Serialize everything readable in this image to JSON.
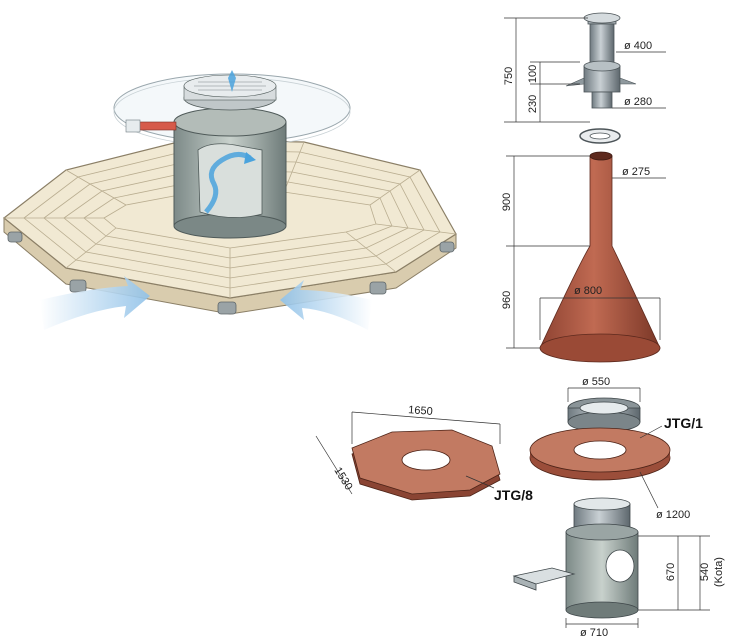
{
  "dimensions": {
    "flue_height": "750",
    "collar_h1": "100",
    "collar_h2": "230",
    "flue_diameter": "ø 400",
    "collar_diameter": "ø 280",
    "hood_upper_height": "900",
    "hood_neck_diameter": "ø 275",
    "hood_lower_height": "960",
    "hood_base_diameter": "ø 800",
    "ring_diameter": "ø 550",
    "slab_width": "1650",
    "slab_depth": "1530",
    "round_slab_diameter": "ø 1200",
    "firebox_height": "670",
    "firebox_kota": "540",
    "firebox_kota_note": "(Kota)",
    "firebox_diameter": "ø 710"
  },
  "labels": {
    "octagon_slab": "JTG/8",
    "round_slab": "JTG/1"
  },
  "colors": {
    "copper": "#a8553f",
    "copper_dark": "#7d3a29",
    "steel": "#8c969c",
    "steel_light": "#c9d0d4",
    "wood": "#efe6cf",
    "airflow": "#9cc8ea"
  }
}
